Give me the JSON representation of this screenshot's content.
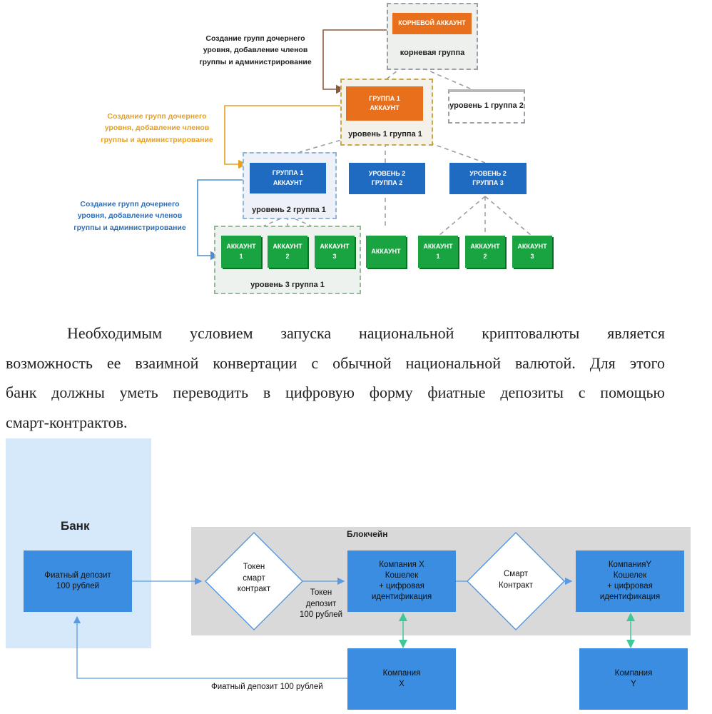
{
  "hierarchy": {
    "root_account": "КОРНЕВОЙ АККАУНТ",
    "root_group": "корневая группа",
    "group1_account": "ГРУППА 1\nАККАУНТ",
    "level1_group1": "уровень 1 группа 1",
    "level1_group2": "уровень 1 группа 2",
    "level2_group1_account": "ГРУППА 1\nАККАУНТ",
    "level2_group1": "уровень 2 группа 1",
    "level2_group2": "УРОВЕНЬ 2\nГРУППА 2",
    "level2_group3": "УРОВЕНЬ 2\nГРУППА 3",
    "level3_group1": "уровень 3 группа 1",
    "accounts": [
      "АККАУНТ\n1",
      "АККАУНТ\n2",
      "АККАУНТ\n3",
      "АККАУНТ",
      "АККАУНТ\n1",
      "АККАУНТ\n2",
      "АККАУНТ\n3"
    ],
    "notes": [
      {
        "text": "Создание групп дочернего\nуровня, добавление членов\nгруппы и администрирование",
        "color": "#222222"
      },
      {
        "text": "Создание групп дочернего\nуровня, добавление членов\nгруппы и администрирование",
        "color": "#e8a020"
      },
      {
        "text": "Создание групп дочернего\nуровня, добавление членов\nгруппы и администрирование",
        "color": "#2f6fb8"
      }
    ],
    "colors": {
      "orange": "#e8701c",
      "blue": "#1f6bc2",
      "green": "#1aa341"
    }
  },
  "paragraph": {
    "line1": "Необходимым условием запуска национальной криптовалюты является",
    "line2": "возможность ее взаимной конвертации с обычной национальной валютой. Для этого",
    "line3": "банк должны уметь переводить в цифровую форму фиатные депозиты с помощью",
    "line4": "смарт-контрактов."
  },
  "flow": {
    "bank_title": "Банк",
    "blockchain_title": "Блокчейн",
    "fiat_deposit": "Фиатный депозит\n100 рублей",
    "token_contract": "Токен\nсмарт\nконтракт",
    "token_deposit_label": "Токен\nдепозит\n100 рублей",
    "company_x_wallet": "Компания X\nКошелек\n+ цифровая\nидентификация",
    "smart_contract": "Смарт\nКонтракт",
    "company_y_wallet": "КомпанияY\nКошелек\n+ цифровая\nидентификация",
    "company_x": "Компания\nX",
    "company_y": "Компания\nY",
    "fiat_return_label": "Фиатный депозит 100 рублей",
    "colors": {
      "box": "#3a8de0",
      "bank_bg": "#d6e9fb",
      "chain_bg": "#d9d9d9",
      "connector_green": "#3fc79a"
    }
  }
}
